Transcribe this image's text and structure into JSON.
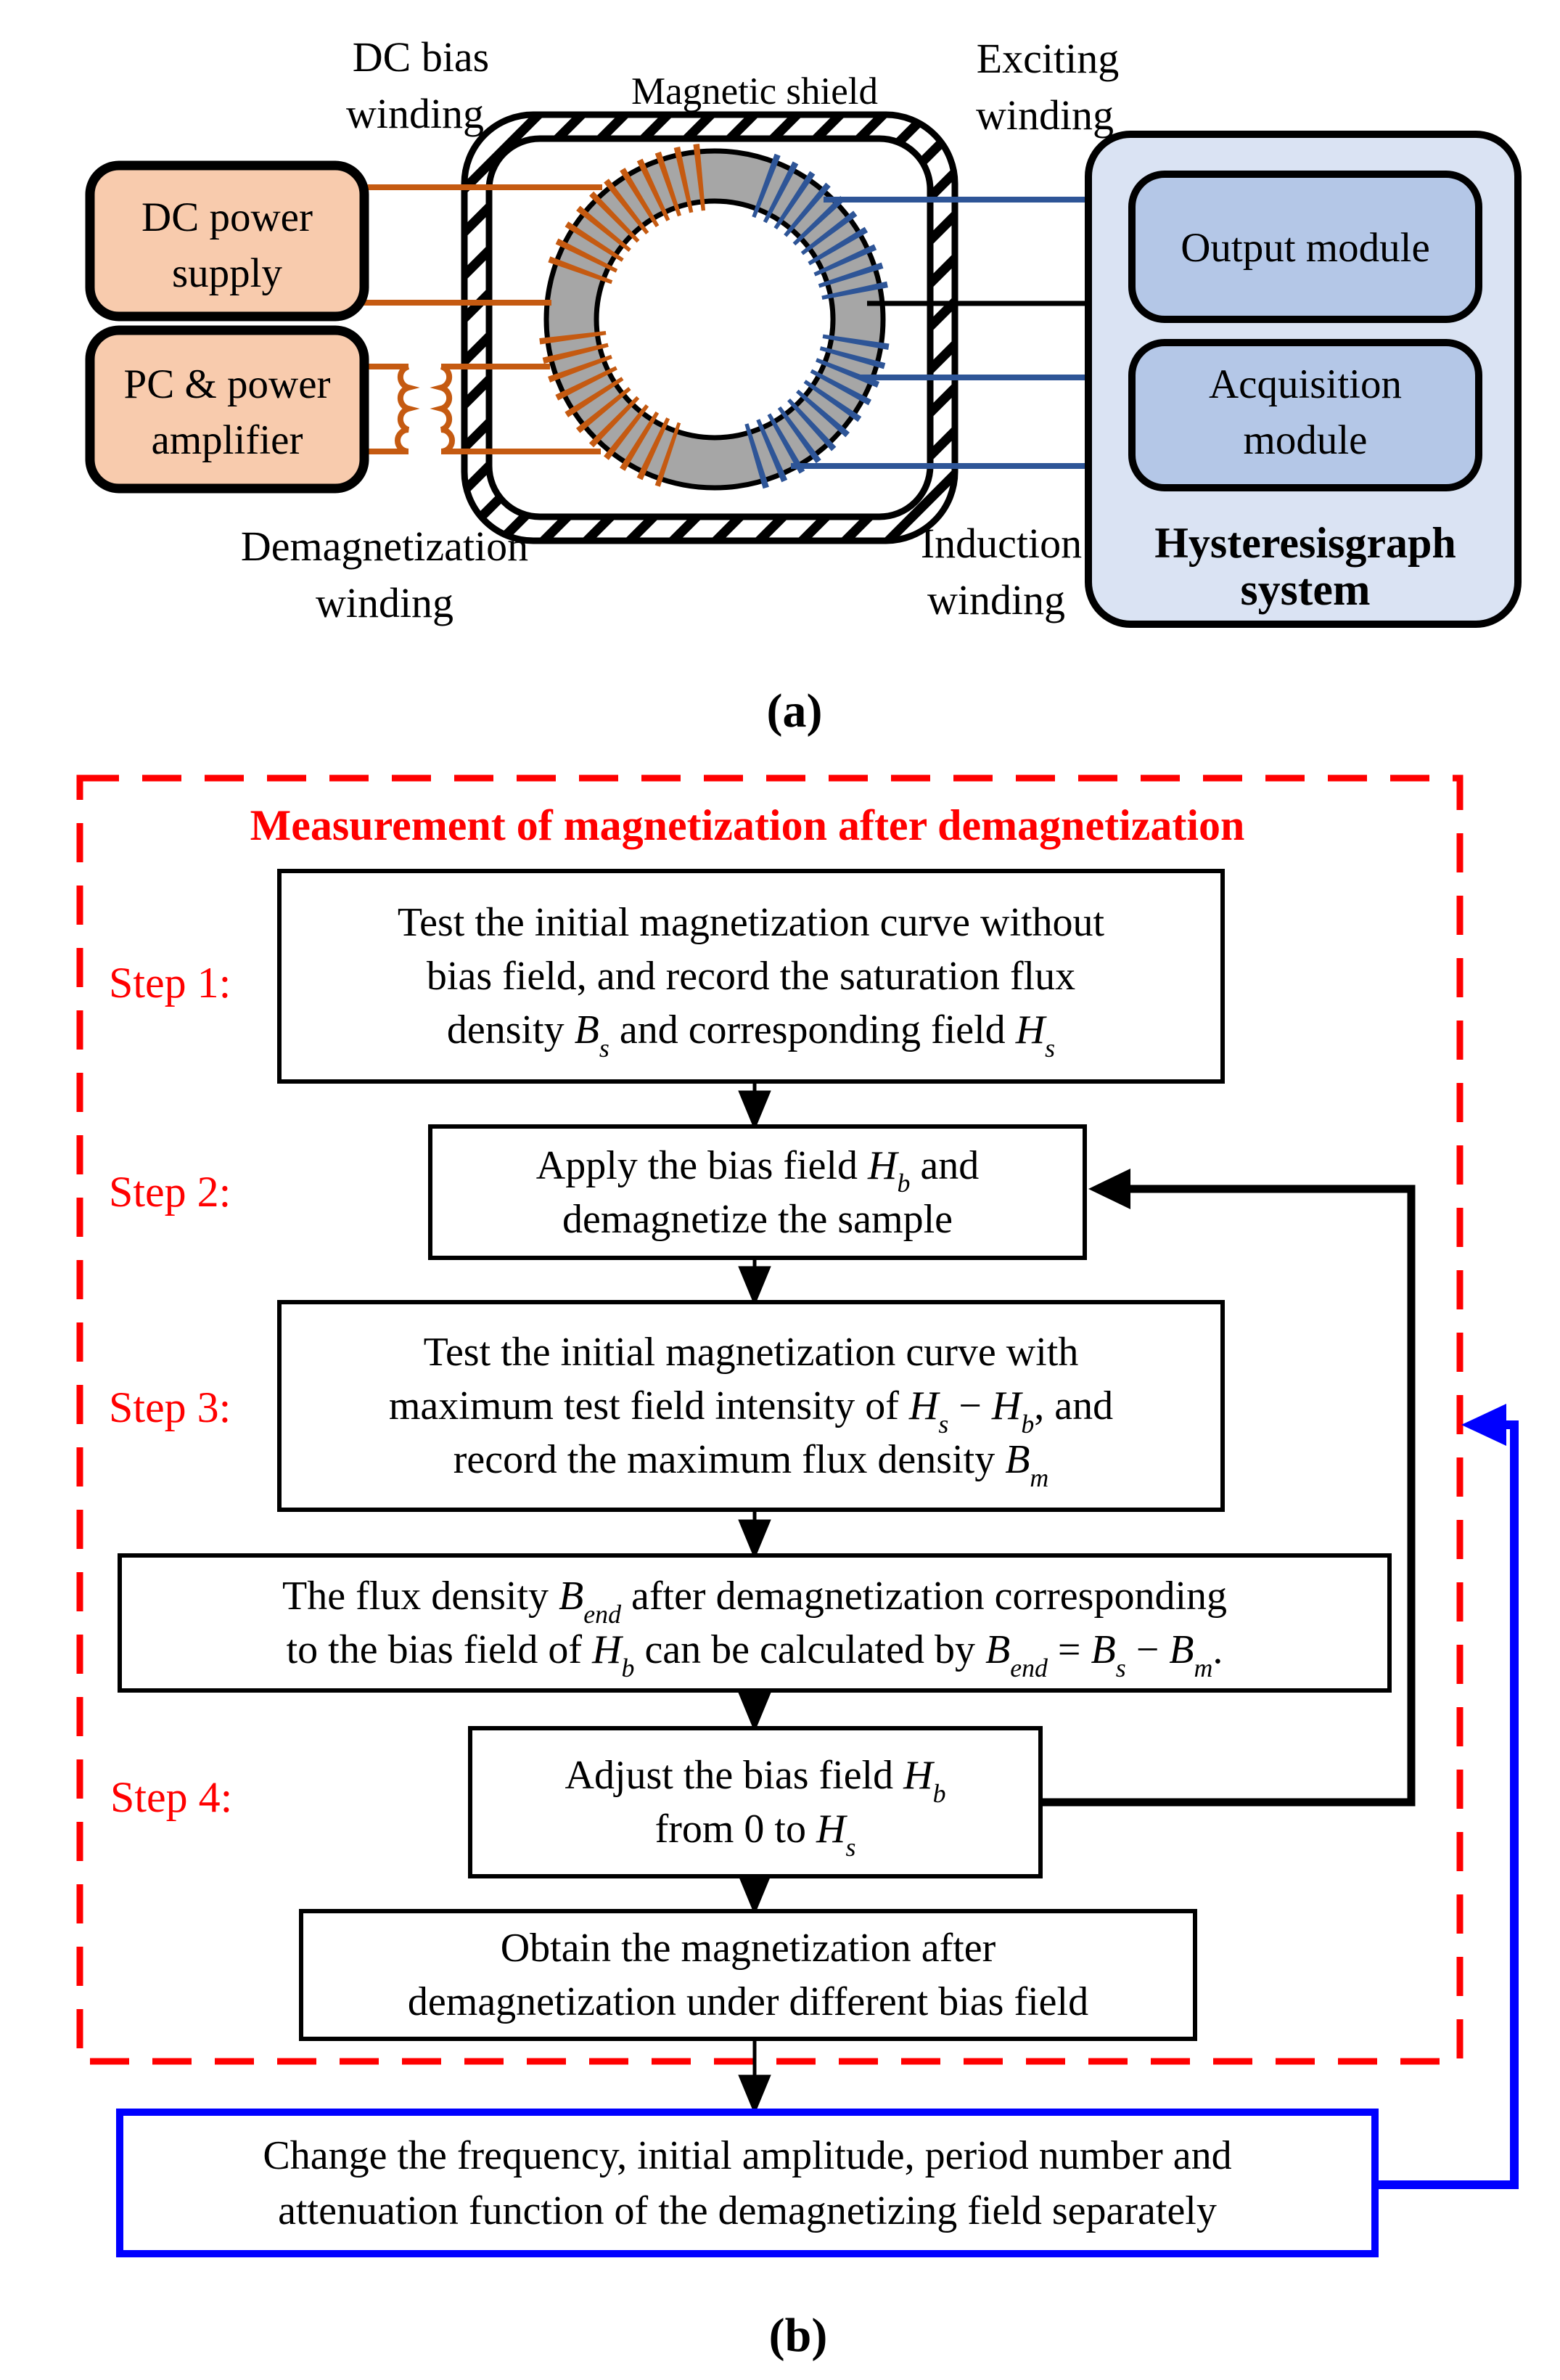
{
  "figure": {
    "panel_a_label": "(a)",
    "panel_b_label": "(b)"
  },
  "panelA": {
    "boxes": {
      "dc_power_supply": {
        "lines": [
          "DC power",
          "supply"
        ]
      },
      "pc_power_amplifier": {
        "lines": [
          "PC & power",
          "amplifier"
        ]
      },
      "output_module": {
        "lines": [
          "Output module"
        ]
      },
      "acquisition_module": {
        "lines": [
          "Acquisition",
          "module"
        ]
      },
      "hysteresisgraph_system": {
        "lines": [
          "Hysteresisgraph",
          "system"
        ]
      }
    },
    "labels": {
      "dc_bias_winding": {
        "lines": [
          "DC bias",
          "winding"
        ]
      },
      "magnetic_shield": {
        "lines": [
          "Magnetic shield"
        ]
      },
      "exciting_winding": {
        "lines": [
          "Exciting",
          "winding"
        ]
      },
      "demagnetization_winding": {
        "lines": [
          "Demagnetization",
          "winding"
        ]
      },
      "induction_winding": {
        "lines": [
          "Induction",
          "winding"
        ]
      }
    },
    "colors": {
      "winding_orange": "#C55A11",
      "winding_blue": "#2E5597",
      "box_peach_fill": "#F8CBAD",
      "system_fill": "#DAE3F3",
      "module_fill": "#B4C7E7",
      "core_gray": "#A6A6A6",
      "wire_black": "#000000"
    }
  },
  "flowchart": {
    "title": "Measurement of magnetization after demagnetization",
    "step_labels": [
      "Step 1:",
      "Step 2:",
      "Step 3:",
      "Step 4:"
    ],
    "boxes": {
      "step1": {
        "lines": [
          "Test the initial magnetization curve without",
          "bias field, and record the saturation flux",
          "density <i>B</i><sub>s</sub> and corresponding field <i>H</i><sub>s</sub>"
        ]
      },
      "step2": {
        "lines": [
          "Apply the bias field <i>H</i><sub>b</sub> and",
          "demagnetize the sample"
        ]
      },
      "step3": {
        "lines": [
          "Test the initial magnetization curve with",
          "maximum test field intensity of <i>H</i><sub>s</sub> − <i>H</i><sub>b</sub>, and",
          "record the maximum flux density <i>B</i><sub>m</sub>"
        ]
      },
      "calc": {
        "lines": [
          "The flux density <i>B</i><sub>end</sub> after demagnetization corresponding",
          "to the bias field of <i>H</i><sub>b</sub> can be calculated by <i>B</i><sub>end</sub> = <i>B</i><sub>s</sub> − <i>B</i><sub>m</sub>."
        ]
      },
      "step4": {
        "lines": [
          "Adjust the bias field  <i>H</i><sub>b</sub>",
          "from 0 to <i>H</i><sub>s</sub>"
        ]
      },
      "obtain": {
        "lines": [
          "Obtain the magnetization after",
          "demagnetization under different bias field"
        ]
      },
      "change": {
        "lines": [
          "Change the frequency, initial amplitude, period number and",
          "attenuation function of the demagnetizing field separately"
        ]
      }
    },
    "colors": {
      "border_red": "#FF0000",
      "loop_black": "#000000",
      "loop_blue": "#0000FF",
      "box_border": "#000000"
    }
  }
}
